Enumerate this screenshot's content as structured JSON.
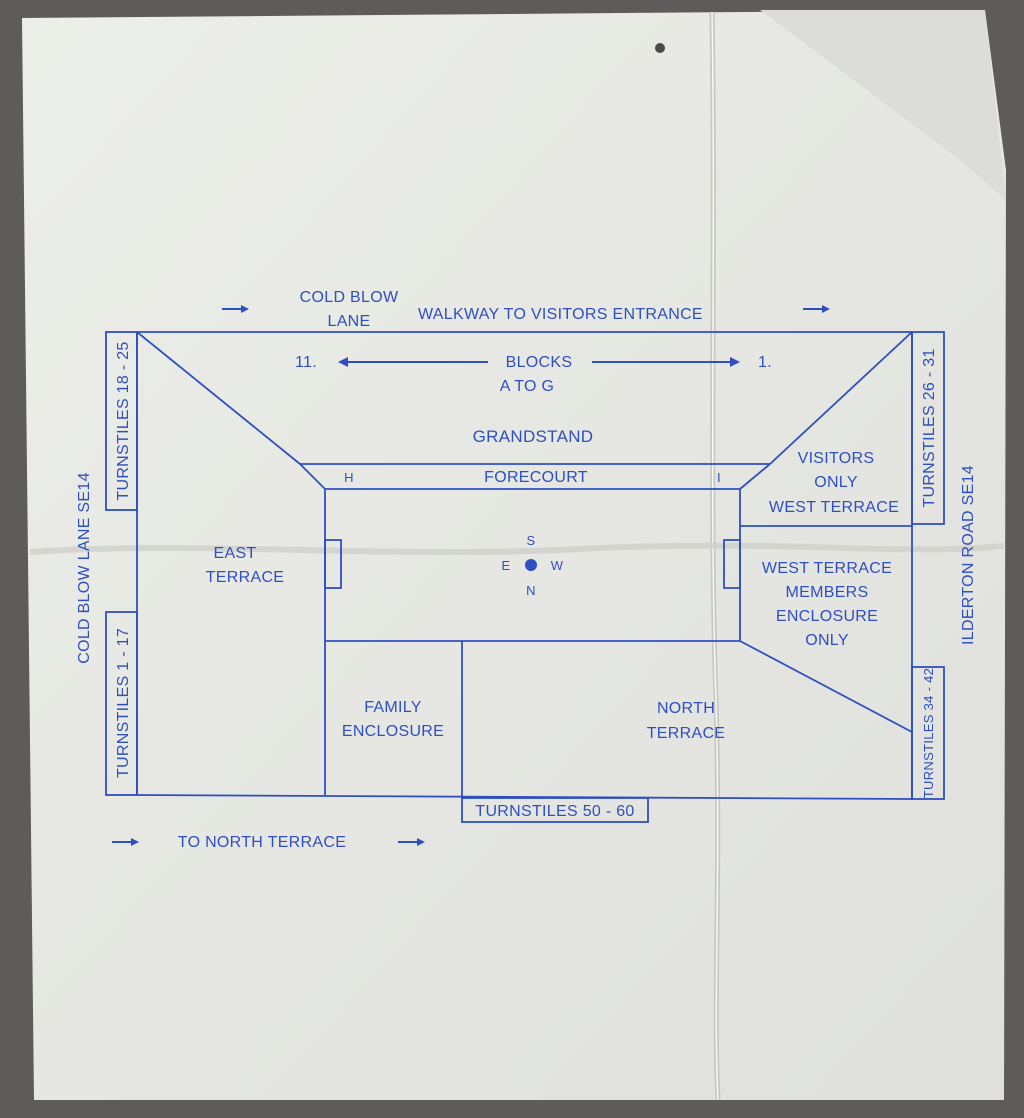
{
  "colors": {
    "ink": "#2f4fc0",
    "paper": "#e9eae6",
    "background": "#5e5c5a"
  },
  "top_road": {
    "line1": "COLD BLOW",
    "line2": "LANE",
    "walkway": "WALKWAY TO VISITORS ENTRANCE"
  },
  "blocks": {
    "left_num": "11.",
    "right_num": "1.",
    "line1": "BLOCKS",
    "line2": "A TO G"
  },
  "grandstand": "GRANDSTAND",
  "forecourt": {
    "label": "FORECOURT",
    "left_letter": "H",
    "right_letter": "I"
  },
  "compass": {
    "s": "S",
    "e": "E",
    "w": "W",
    "n": "N"
  },
  "east_terrace": {
    "line1": "EAST",
    "line2": "TERRACE"
  },
  "visitors": {
    "line1": "VISITORS",
    "line2": "ONLY",
    "line3": "WEST TERRACE"
  },
  "members": {
    "line1": "WEST TERRACE",
    "line2": "MEMBERS",
    "line3": "ENCLOSURE",
    "line4": "ONLY"
  },
  "family": {
    "line1": "FAMILY",
    "line2": "ENCLOSURE"
  },
  "north_terrace": {
    "line1": "NORTH",
    "line2": "TERRACE"
  },
  "turnstiles": {
    "t18_25": "TURNSTILES 18 - 25",
    "t1_17": "TURNSTILES 1 - 17",
    "t26_31": "TURNSTILES 26 - 31",
    "t34_42": "TURNSTILES 34 - 42",
    "t50_60": "TURNSTILES 50 - 60"
  },
  "roads": {
    "left": "COLD BLOW LANE SE14",
    "right": "ILDERTON ROAD SE14"
  },
  "bottom": {
    "to_north": "TO NORTH TERRACE"
  }
}
